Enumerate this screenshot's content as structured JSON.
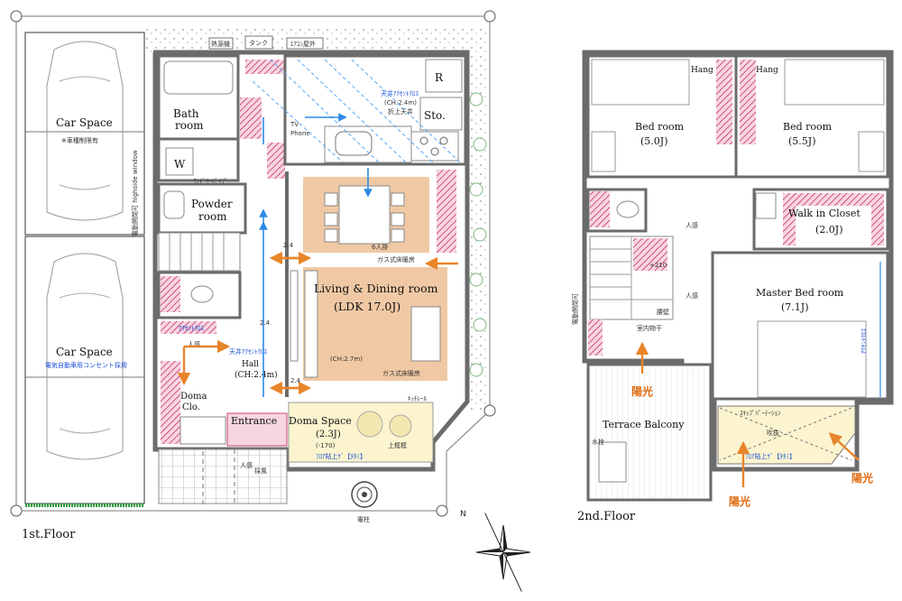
{
  "floors": {
    "first": {
      "label": "1st.Floor",
      "rooms": {
        "car_space_top": "Car Space",
        "car_space_top_note": "※車種制限有",
        "car_space_bottom": "Car Space",
        "car_space_bottom_note": "電気自動車用コンセント採用",
        "bath": "Bath",
        "bath2": "room",
        "w": "W",
        "laundry": "ﾗﾝﾄﾞﾘｰﾊﾟｲﾌﾟ",
        "powder": "Powder",
        "powder2": "room",
        "ldk": "Living & Dining room",
        "ldk_size": "(LDK 17.0J)",
        "ldk_ch": "(CH:2.7m)",
        "gas_heat1": "ガス式床暖房",
        "gas_heat2": "ガス式床暖房",
        "six_seat": "6人掛",
        "hall": "Hall",
        "hall_ch": "(CH:2.4m)",
        "doma_clo": "Doma",
        "doma_clo2": "Clo.",
        "entrance": "Entrance",
        "doma_space": "Doma Space",
        "doma_size": "(2.3J)",
        "doma_level": "(-170)",
        "sto": "Sto.",
        "r": "R",
        "tv_phone": "TV",
        "tv_phone2": "Phone",
        "kitchen_ch": "(CH:2.4m)",
        "ceiling_accent": "天井ｱｸｾﾝﾄｸﾛｽ",
        "ceiling_accent2": "天井ｱｸｾﾝﾄｸﾛｽ",
        "folded_ceiling": "折上天井",
        "accent_cross": "ｱｸｾﾝﾄｸﾛｽ",
        "tank": "タンク",
        "heat_source": "熱源機",
        "aircon": "ｴｱｺﾝ屋外",
        "window": "電動開閉可 highside window",
        "kitchen_rail": "ｷｯﾁﾚｰﾙ",
        "floor_tile": "上框框",
        "floor_tile2": "ﾌﾛｱ貼上ｹﾞ【ﾀﾀﾐ】",
        "sensor": "人感",
        "sensor2": "人感",
        "sensor3": "採風",
        "utility_pole": "電柱",
        "dim_24a": "2.4",
        "dim_24b": "2.4",
        "dim_24c": "2.4"
      }
    },
    "second": {
      "label": "2nd.Floor",
      "rooms": {
        "hang1": "Hang",
        "hang2": "Hang",
        "bed1": "Bed room",
        "bed1_size": "(5.0J)",
        "bed2": "Bed room",
        "bed2_size": "(5.5J)",
        "walkin": "Walk in Closet",
        "walkin_size": "(2.0J)",
        "master": "Master Bed room",
        "master_size": "(7.1J)",
        "terrace": "Terrace Balcony",
        "faucet": "水栓",
        "void": "吹抜",
        "skip_partition": "ｽｷｯﾌﾟﾊﾟｰﾃｰｼｮﾝ",
        "floor_up": "ﾌﾛｱ貼上ｹﾞ【ﾀﾀﾐ】",
        "indoor_dry": "室内物干",
        "handrail": "腰壁",
        "sensor": "人感",
        "sensor2": "人感",
        "window": "電動開閉可",
        "accent": "ｱｸｾﾝﾄｸﾛｽ",
        "dim_210": "+210",
        "sunlight1": "陽光",
        "sunlight2": "陽光",
        "sunlight3": "陽光"
      }
    }
  },
  "colors": {
    "wall": "#6b6b6b",
    "pink": "#f7d6e2",
    "pink_hatch": "#c2185b",
    "wood": "#f0c9a4",
    "tile": "#fbf4cf",
    "blue_arrow": "#2d8ae6",
    "orange_arrow": "#e8852a",
    "green_hedge": "#2f9a3a"
  }
}
